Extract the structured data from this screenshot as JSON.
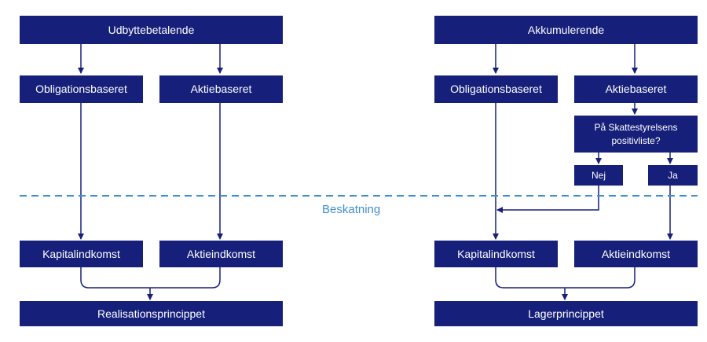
{
  "left": {
    "top": "Udbyttebetalende",
    "bond": "Obligationsbaseret",
    "equity": "Aktiebaseret",
    "capital_income": "Kapitalindkomst",
    "share_income": "Aktieindkomst",
    "principle": "Realisationsprincippet"
  },
  "right": {
    "top": "Akkumulerende",
    "bond": "Obligationsbaseret",
    "equity": "Aktiebaseret",
    "question": "På Skattestyrelsens positivliste?",
    "no": "Nej",
    "yes": "Ja",
    "capital_income": "Kapitalindkomst",
    "share_income": "Aktieindkomst",
    "principle": "Lagerprincippet"
  },
  "divider_label": "Beskatning",
  "colors": {
    "box": "#16207a",
    "line": "#16207a",
    "divider": "#3f8fd0"
  }
}
